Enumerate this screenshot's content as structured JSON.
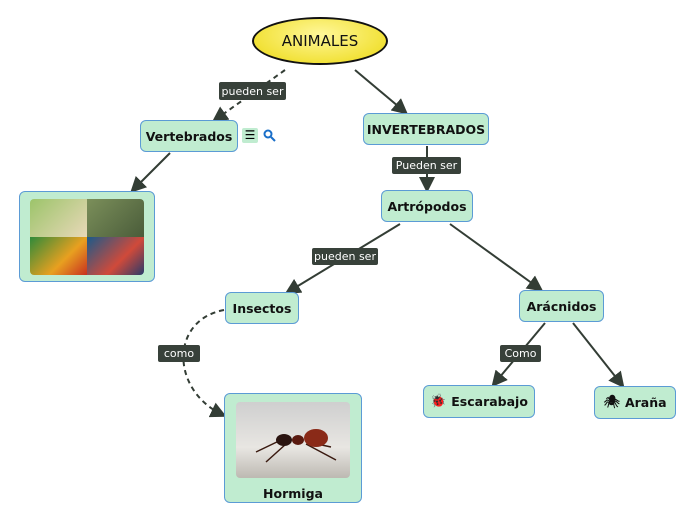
{
  "root": {
    "label": "ANIMALES",
    "fill": "#f2e23a"
  },
  "nodes": {
    "vertebrados": "Vertebrados",
    "invertebrados": "INVERTEBRADOS",
    "artropodos": "Artrópodos",
    "insectos": "Insectos",
    "aracnidos": "Arácnidos",
    "hormiga": "Hormiga",
    "escarabajo": "Escarabajo",
    "arana": "Araña"
  },
  "links": {
    "root_vert": "pueden ser",
    "invert_artro": "Pueden ser",
    "artro_insect": "pueden ser",
    "insect_hormiga": "como",
    "arac_children": "Como"
  },
  "icons": {
    "escarabajo": "ladybug-icon",
    "arana": "spider-icon",
    "vert_menu": "menu-icon",
    "vert_search": "search-icon"
  },
  "colors": {
    "node_fill": "#c0ecd0",
    "node_border": "#5b9bd5",
    "label_bg": "#38413a",
    "line": "#333d35"
  }
}
